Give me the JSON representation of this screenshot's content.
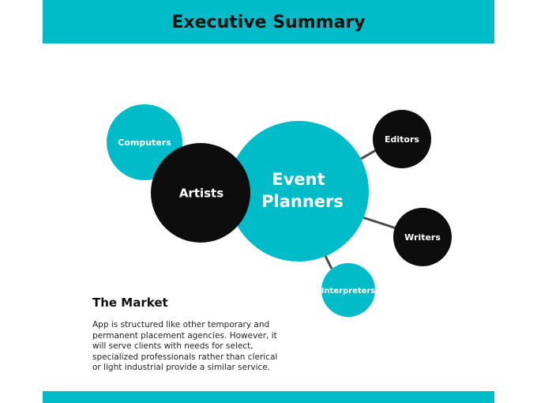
{
  "header": {
    "title": "Executive Summary"
  },
  "diagram": {
    "center": {
      "label_line1": "Event",
      "label_line2": "Planners"
    },
    "nodes": {
      "computers": "Computers",
      "artists": "Artists",
      "editors": "Editors",
      "writers": "Writers",
      "interpreters": "Interpreters"
    }
  },
  "market": {
    "title": "The Market",
    "body": "App is structured like other temporary and permanent placement agencies. However, it will serve clients with needs for select, specialized professionals rather than clerical or light industrial provide a similar service."
  },
  "colors": {
    "accent": "#00BCC8",
    "dark": "#0D0D0D",
    "connector": "#4A4A4A"
  }
}
